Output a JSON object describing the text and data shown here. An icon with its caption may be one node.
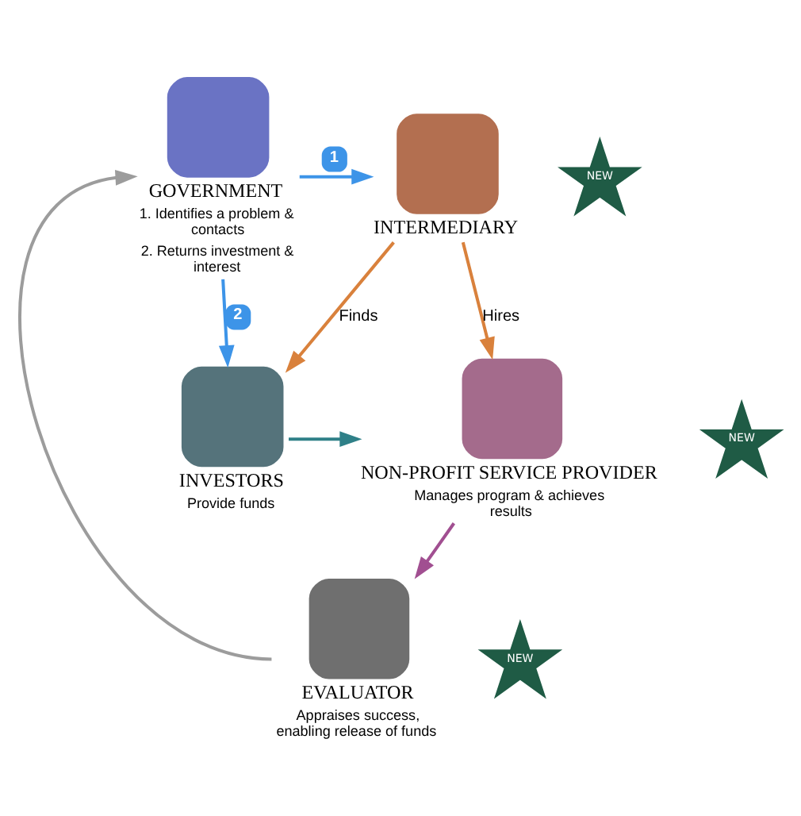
{
  "diagram": {
    "nodes": [
      {
        "text": [
          "GOVERNMENT",
          "1. Identifies a problem & contacts",
          "2. Returns investment & interest"
        ]
      },
      {
        "text": [
          "INTERMEDIARY"
        ]
      },
      {
        "text": [
          "NEW"
        ]
      },
      {
        "text": [
          "INVESTORS",
          "Provide funds"
        ]
      },
      {
        "text": [
          "NEW"
        ]
      },
      {
        "text": [
          "NON-PROFIT SERVICE PROVIDER",
          "Manages program & achieves results"
        ]
      },
      {
        "text": [
          "EVALUATOR",
          "Appraises success, enabling release of funds"
        ]
      },
      {
        "text": [
          "NEW"
        ]
      }
    ],
    "edges": [
      {
        "from": 0,
        "to": 1,
        "arrow": "to",
        "label": "1",
        "color": "#3d94e8"
      },
      {
        "from": 0,
        "to": 3,
        "arrow": "to",
        "label": "2",
        "color": "#3d94e8"
      },
      {
        "from": 1,
        "to": 3,
        "arrow": "to",
        "label": "Finds",
        "color": "#d9813c"
      },
      {
        "from": 1,
        "to": 5,
        "arrow": "to",
        "label": "Hires",
        "color": "#d9813c"
      },
      {
        "from": 3,
        "to": 5,
        "arrow": "to",
        "color": "#2f8088"
      },
      {
        "from": 5,
        "to": 6,
        "arrow": "to",
        "color": "#a14f91"
      },
      {
        "from": 6,
        "to": 0,
        "arrow": "to",
        "color": "#9c9c9c"
      }
    ]
  }
}
